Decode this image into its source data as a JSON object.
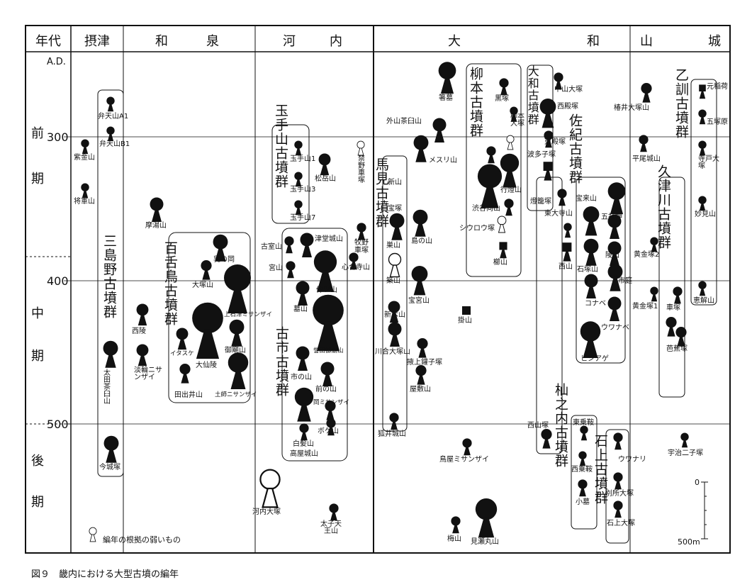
{
  "header": {
    "era_title": "年代",
    "provinces": [
      "摂津",
      "和",
      "泉",
      "河",
      "内",
      "大",
      "和",
      "山",
      "城"
    ]
  },
  "axis": {
    "unit": "A.D.",
    "years": [
      "300",
      "400",
      "500"
    ],
    "eras": [
      "前",
      "期",
      "中",
      "期",
      "後",
      "期"
    ]
  },
  "groups": [
    {
      "id": "mishima",
      "text": "三島野古墳群"
    },
    {
      "id": "mozu",
      "text": "百舌鳥古墳群"
    },
    {
      "id": "tamate",
      "text": "玉手山古墳群"
    },
    {
      "id": "furuichi",
      "text": "古市古墳群"
    },
    {
      "id": "umami",
      "text": "馬見古墳群"
    },
    {
      "id": "yanagimoto",
      "text": "柳本古墳群"
    },
    {
      "id": "oyamato",
      "text": "大和古墳群"
    },
    {
      "id": "saki",
      "text": "佐紀古墳群"
    },
    {
      "id": "kuzugawa",
      "text": "久津川古墳群"
    },
    {
      "id": "otokuni",
      "text": "乙訓古墳群"
    },
    {
      "id": "somanouchi",
      "text": "杣之内古墳群"
    },
    {
      "id": "isonokami",
      "text": "石上古墳群"
    }
  ],
  "tombs": [
    "弁天山A1",
    "弁天山B1",
    "紫金山",
    "将軍山",
    "太田茶臼山",
    "今城塚",
    "摩湯山",
    "西陵",
    "淡輪ニサンザイ",
    "乳の岡",
    "大塚山",
    "上石津ミサンザイ",
    "イタスケ",
    "大仙陵",
    "御廟山",
    "田出井山",
    "土師ニサンザイ",
    "玉手山1",
    "玉手山3",
    "玉手山7",
    "松岳山",
    "禁野車塚",
    "古室山",
    "津堂城山",
    "牧野車塚",
    "心合寺山",
    "宮山",
    "仲ツ山",
    "墓山",
    "誉田御廟山",
    "市の山",
    "前の山",
    "岡ミサンザイ",
    "ボケ山",
    "白髪山",
    "高屋城山",
    "河内大塚",
    "太子天王山",
    "外山茶臼山",
    "メスリ山",
    "新山",
    "宝塚",
    "巣山",
    "島の山",
    "築山",
    "宝宮山",
    "新木山",
    "川合大塚山",
    "掖上鑵子塚",
    "屋敷山",
    "狐井城山",
    "箸墓",
    "黒塚",
    "渋谷向山",
    "行燈山",
    "シウロウ塚",
    "櫛山",
    "掛山",
    "鳥屋ミサンザイ",
    "梅山",
    "見瀬丸山",
    "中山大塚",
    "西殿塚",
    "柳本大塚",
    "東殿塚",
    "波多子塚",
    "燈籠塚",
    "東大寺山",
    "西山塚",
    "宝来山",
    "五社神",
    "陵山",
    "石塚山",
    "市庭",
    "コナベ",
    "ウワナベ",
    "ヒシアゲ",
    "西山",
    "東乗鞍",
    "西乗鞍",
    "小墓",
    "ウワナリ",
    "別所大塚",
    "石上大塚",
    "椿井大塚山",
    "平尾城山",
    "黄金塚2",
    "黄金塚1",
    "車塚",
    "芭蕉塚",
    "宇治二子塚",
    "元稲荷",
    "五塚原",
    "寺戸大塚",
    "妙見山",
    "恵解山"
  ],
  "legend": {
    "text": "編年の根拠の弱いもの"
  },
  "scale": {
    "zero": "0",
    "max": "500m"
  },
  "caption": "図９　畿内における大型古墳の編年"
}
